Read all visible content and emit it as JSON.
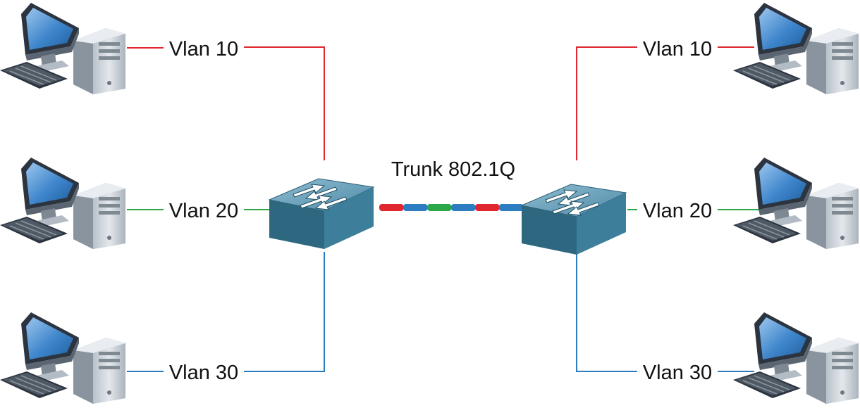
{
  "trunk": {
    "label": "Trunk 802.1Q",
    "segment_colors": [
      "#e0262e",
      "#2b7cc1",
      "#2aa84a",
      "#2b7cc1",
      "#e0262e",
      "#2b7cc1"
    ]
  },
  "colors": {
    "vlan10": "#e0262e",
    "vlan20": "#2aa84a",
    "vlan30": "#2b7cc1",
    "switch_top": "#6fa3bd",
    "switch_front": "#2e6880",
    "switch_side": "#3d7f9b",
    "monitor_screen": "#4a8fd0",
    "pc_body": "#cfd6dd"
  },
  "left": {
    "vlans": [
      {
        "label": "Vlan 10",
        "color_key": "vlan10"
      },
      {
        "label": "Vlan 20",
        "color_key": "vlan20"
      },
      {
        "label": "Vlan 30",
        "color_key": "vlan30"
      }
    ]
  },
  "right": {
    "vlans": [
      {
        "label": "Vlan 10",
        "color_key": "vlan10"
      },
      {
        "label": "Vlan 20",
        "color_key": "vlan20"
      },
      {
        "label": "Vlan 30",
        "color_key": "vlan30"
      }
    ]
  },
  "icons": {
    "switch": "switch-icon",
    "computer": "desktop-computer-icon"
  }
}
